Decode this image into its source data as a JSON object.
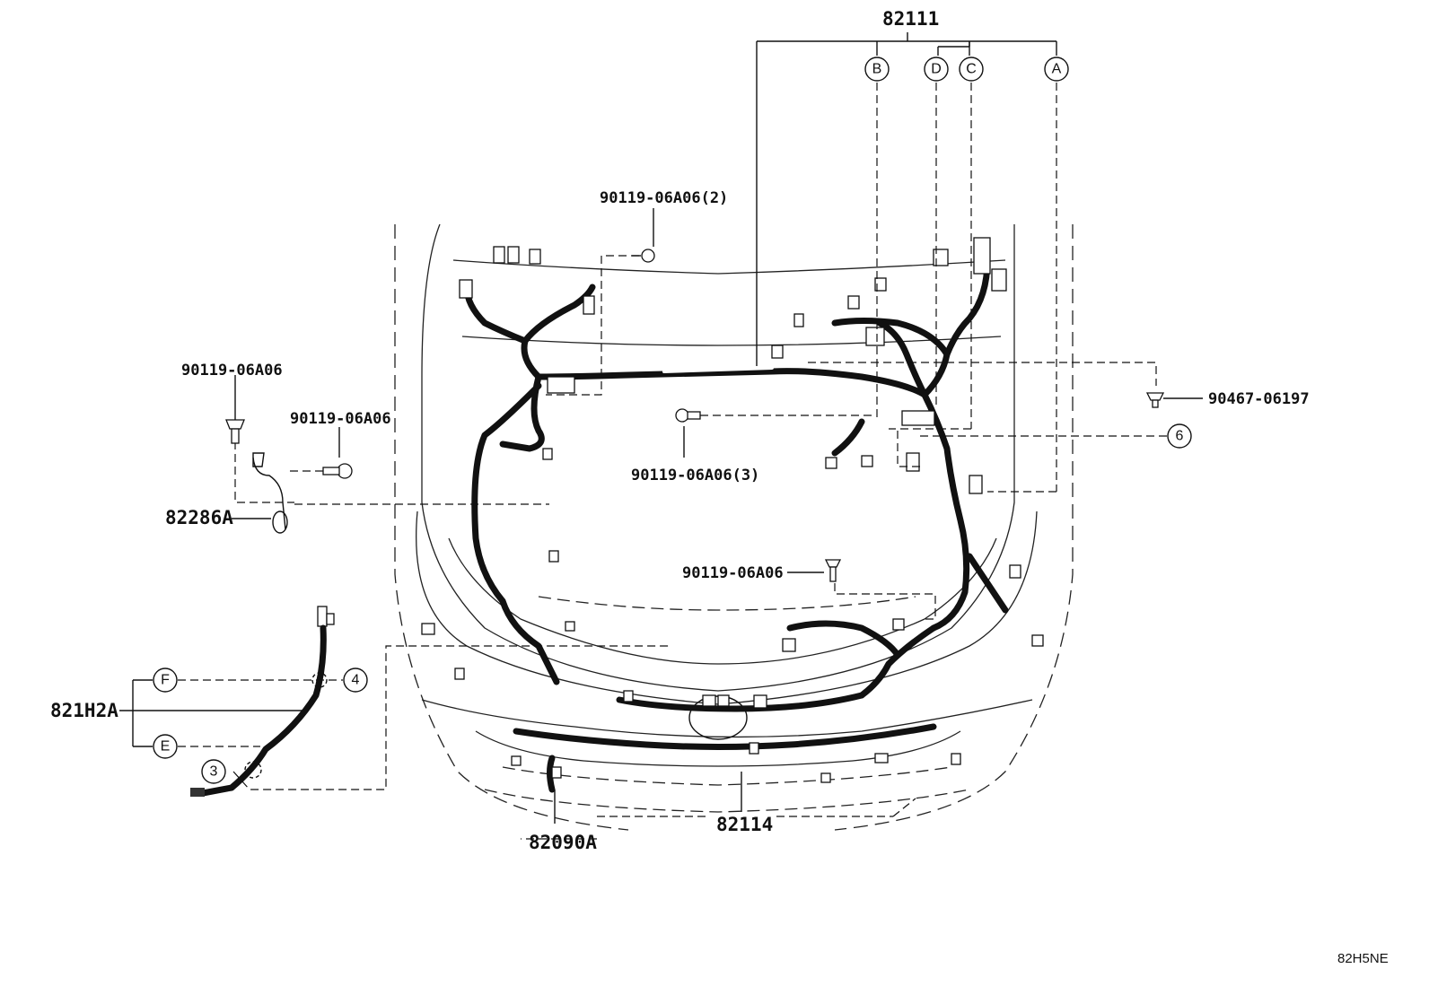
{
  "parts": {
    "p82111": "82111",
    "p82114": "82114",
    "p82090A": "82090A",
    "p82286A": "82286A",
    "p821H2A": "821H2A",
    "p90467": "90467-06197",
    "bolt_top": "90119-06A06(2)",
    "bolt_center": "90119-06A06(3)",
    "bolt_left_upper": "90119-06A06",
    "bolt_left_lower": "90119-06A06",
    "bolt_front": "90119-06A06"
  },
  "callouts": {
    "A": "A",
    "B": "B",
    "C": "C",
    "D": "D",
    "E": "E",
    "F": "F",
    "n3": "3",
    "n4": "4",
    "n6": "6"
  },
  "diagram_code": "82H5NE",
  "colors": {
    "line": "#111111",
    "background": "#ffffff"
  }
}
